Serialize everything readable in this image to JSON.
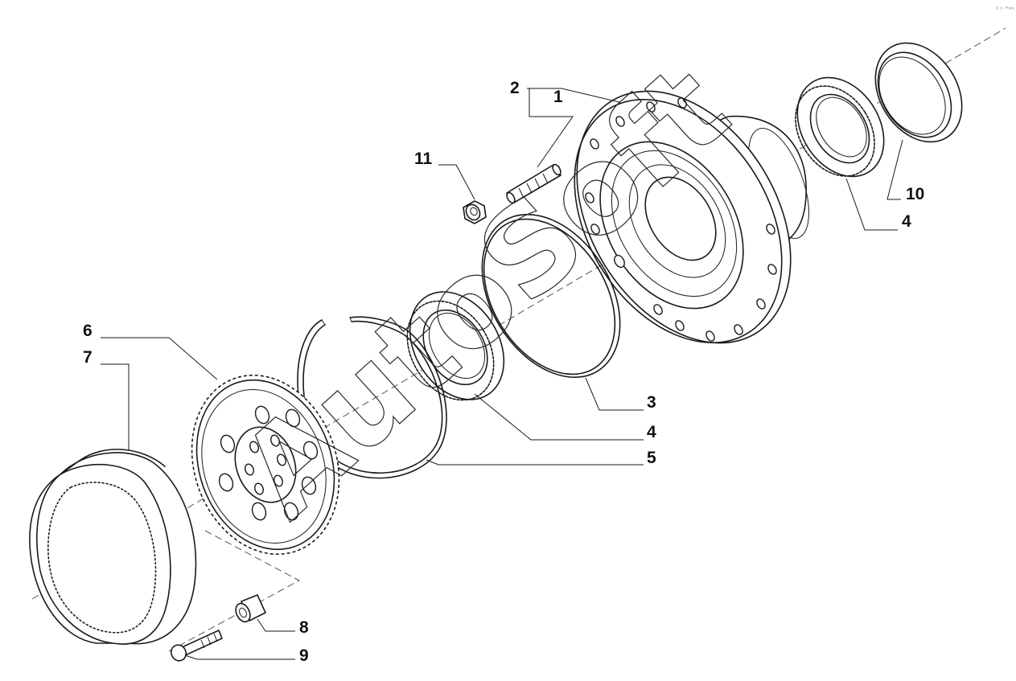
{
  "watermark": "AutoSoft",
  "corner_mark": "⁰ ⁿ °ʷᵉ",
  "callouts": {
    "c1": "1",
    "c2": "2",
    "c3": "3",
    "c4a": "4",
    "c4b": "4",
    "c5": "5",
    "c6": "6",
    "c7": "7",
    "c8": "8",
    "c9": "9",
    "c10": "10",
    "c11": "11"
  },
  "parts": [
    {
      "number": "1",
      "part": "wheel stud"
    },
    {
      "number": "2",
      "part": "wheel hub"
    },
    {
      "number": "3",
      "part": "o-ring"
    },
    {
      "number": "4",
      "part": "tapered roller bearing"
    },
    {
      "number": "5",
      "part": "snap ring"
    },
    {
      "number": "6",
      "part": "ring gear carrier"
    },
    {
      "number": "7",
      "part": "ring gear"
    },
    {
      "number": "8",
      "part": "bushing"
    },
    {
      "number": "9",
      "part": "bolt"
    },
    {
      "number": "10",
      "part": "seal ring"
    },
    {
      "number": "11",
      "part": "nut"
    }
  ]
}
